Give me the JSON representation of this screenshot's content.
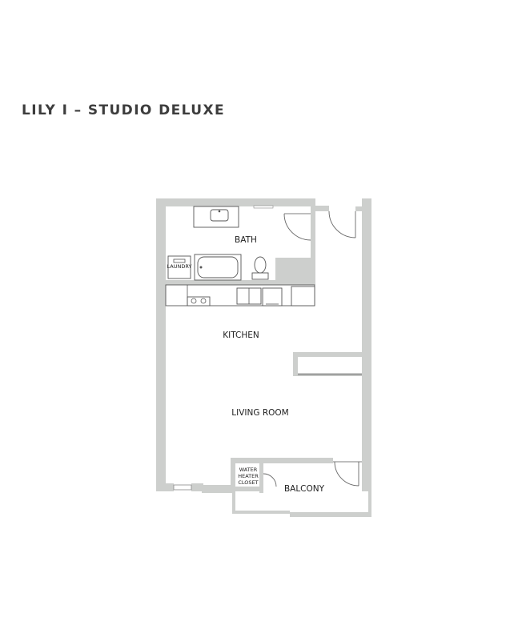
{
  "title": "LILY I – STUDIO DELUXE",
  "rooms": {
    "bath": "BATH",
    "laundry": "LAUNDRY",
    "kitchen": "KITCHEN",
    "living_room": "LIVING ROOM",
    "water_heater_line1": "WATER",
    "water_heater_line2": "HEATER",
    "water_heater_line3": "CLOSET",
    "balcony": "BALCONY"
  }
}
